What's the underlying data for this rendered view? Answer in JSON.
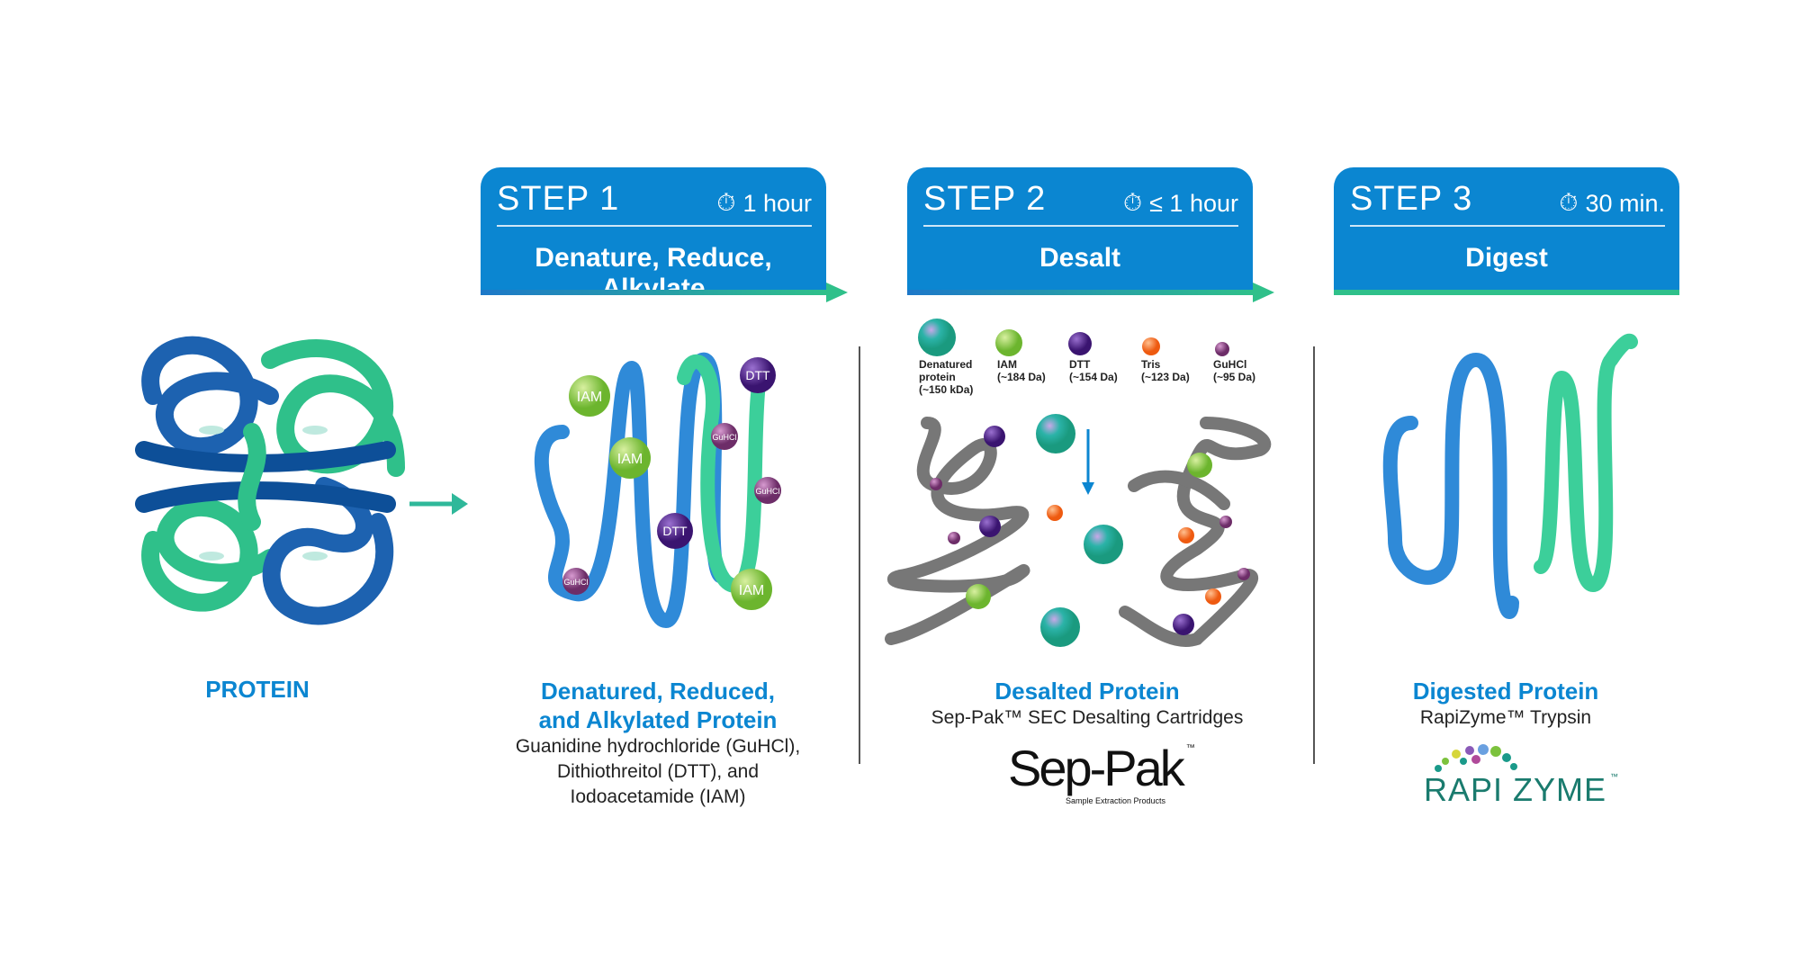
{
  "colors": {
    "blue": "#0b86d1",
    "green": "#2fc08a",
    "gray": "#7a7a7a"
  },
  "steps": [
    {
      "num": "STEP 1",
      "time": "1 hour",
      "title": "Denature, Reduce, Alkylate",
      "icon": "stopwatch-icon"
    },
    {
      "num": "STEP 2",
      "time": "≤ 1 hour",
      "title": "Desalt",
      "icon": "stopwatch-icon"
    },
    {
      "num": "STEP 3",
      "time": "30 min.",
      "title": "Digest",
      "icon": "stopwatch-icon"
    }
  ],
  "protein_label": "PROTEIN",
  "step1_molecules": [
    "IAM",
    "IAM",
    "DTT",
    "GuHCl",
    "GuHCl",
    "DTT",
    "GuHCl",
    "IAM"
  ],
  "legend": [
    {
      "name": "Denatured protein",
      "mass": "(~150 kDa)",
      "color": "#2bb3a8"
    },
    {
      "name": "IAM",
      "mass": "(~184 Da)",
      "color": "#7cc23d"
    },
    {
      "name": "DTT",
      "mass": "(~154 Da)",
      "color": "#4a1f8a"
    },
    {
      "name": "Tris",
      "mass": "(~123 Da)",
      "color": "#f26a1b"
    },
    {
      "name": "GuHCl",
      "mass": "(~95 Da)",
      "color": "#7d3d7a"
    }
  ],
  "captions": [
    {
      "title_lines": [
        "Denatured, Reduced,",
        "and Alkylated Protein"
      ],
      "sub_lines": [
        "Guanidine hydrochloride (GuHCl),",
        "Dithiothreitol (DTT), and",
        "Iodoacetamide (IAM)"
      ]
    },
    {
      "title_lines": [
        "Desalted Protein"
      ],
      "sub_lines": [
        "Sep-Pak™ SEC Desalting Cartridges"
      ]
    },
    {
      "title_lines": [
        "Digested Protein"
      ],
      "sub_lines": [
        "RapiZyme™ Trypsin"
      ]
    }
  ],
  "logos": {
    "seppak": "Sep-Pak",
    "seppak_tm": "™",
    "seppak_tagline": "Sample Extraction Products",
    "rapizyme": "RAPI ZYME",
    "rapizyme_tm": "™"
  }
}
